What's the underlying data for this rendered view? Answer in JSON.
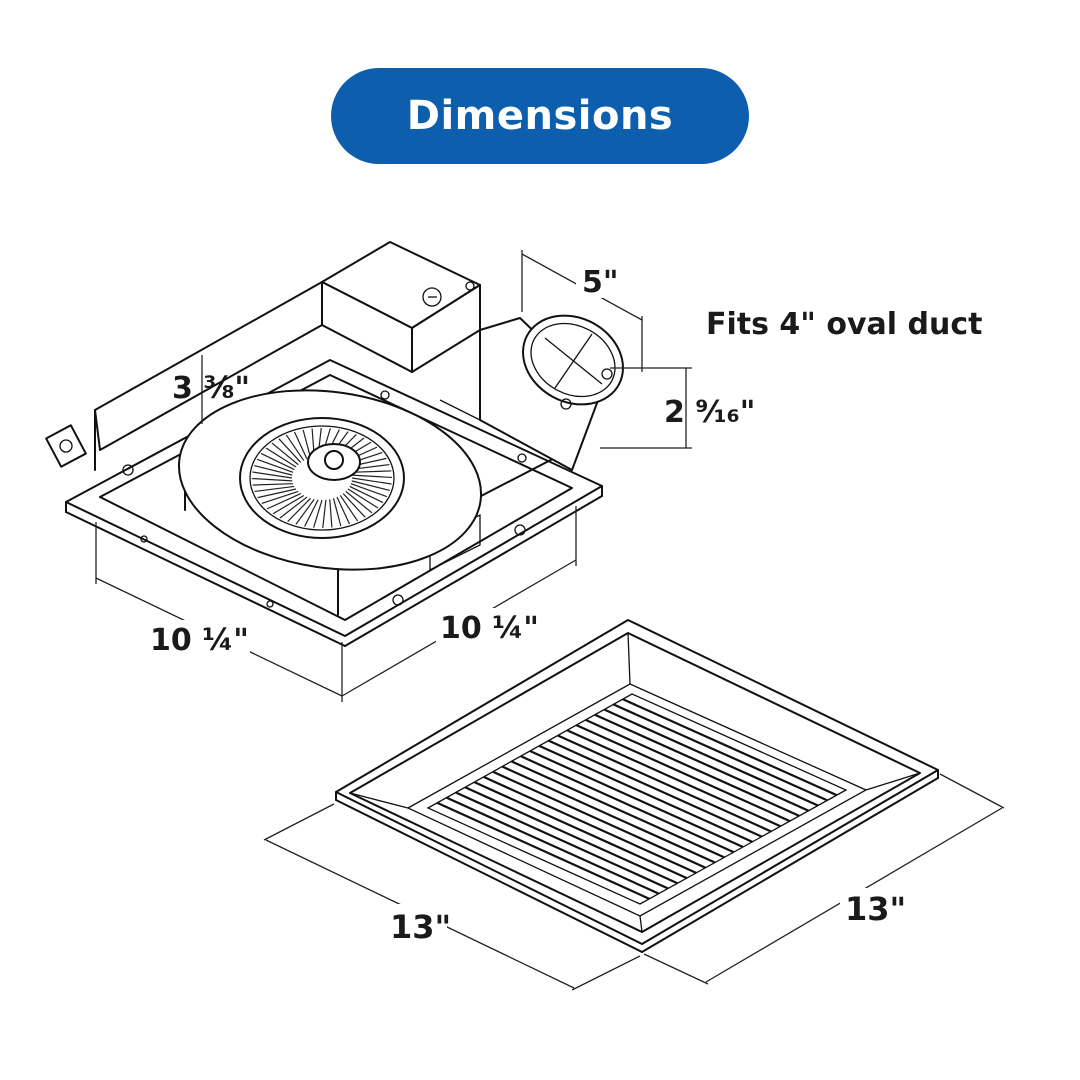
{
  "title": "Dimensions",
  "note": "Fits 4\" oval duct",
  "dimensions": {
    "fan_depth_left": "10 ¼\"",
    "fan_depth_right": "10 ¼\"",
    "housing_height": "3 ⅜\"",
    "duct_width": "5\"",
    "duct_height": "2 ⁹⁄₁₆\"",
    "grille_left": "13\"",
    "grille_right": "13\""
  },
  "colors": {
    "title_pill": "#0d5fad",
    "title_text": "#ffffff",
    "line": "#111111"
  }
}
